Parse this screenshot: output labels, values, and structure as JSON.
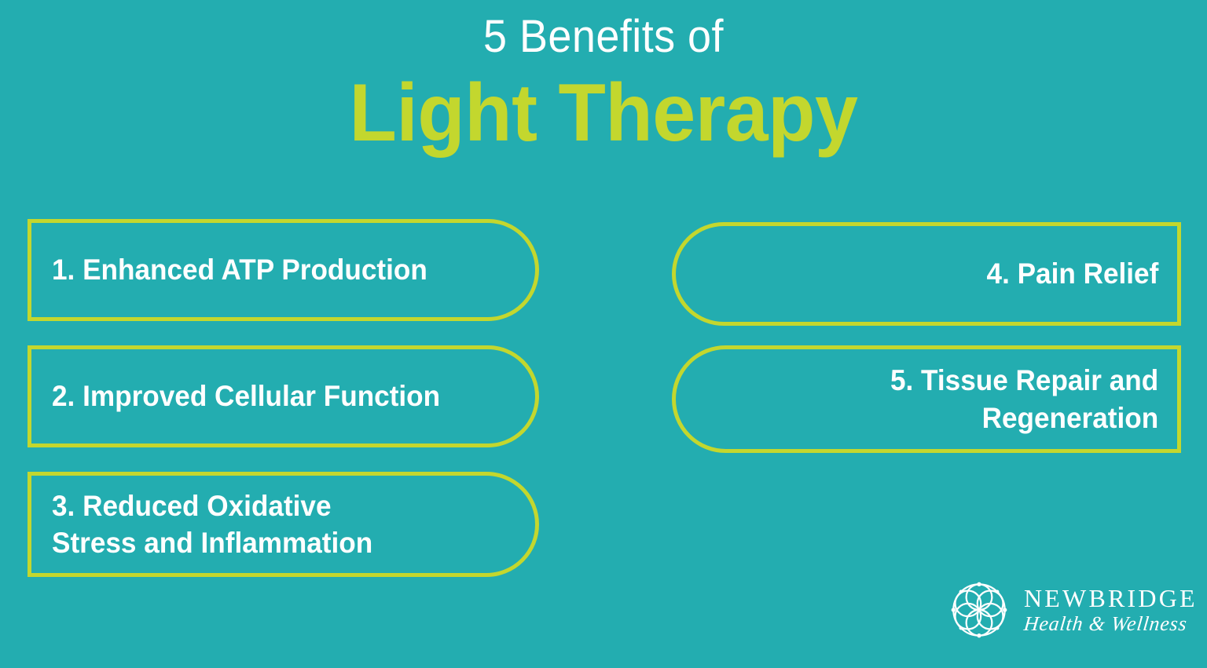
{
  "colors": {
    "background_teal": "#23adb0",
    "accent_green": "#c3d72e",
    "text_white": "#ffffff"
  },
  "title": {
    "line1": "5 Benefits of",
    "line2": "Light Therapy"
  },
  "benefits": {
    "left_column": [
      {
        "text": "1. Enhanced ATP Production"
      },
      {
        "text": "2. Improved Cellular Function"
      },
      {
        "line1": "3. Reduced Oxidative",
        "line2": "Stress and Inflammation"
      }
    ],
    "right_column": [
      {
        "text": "4. Pain Relief"
      },
      {
        "line1": "5. Tissue Repair and",
        "line2": "Regeneration"
      }
    ]
  },
  "logo": {
    "mark": "mandala-flower-icon",
    "name": "NEWBRIDGE",
    "tagline": "Health & Wellness"
  }
}
